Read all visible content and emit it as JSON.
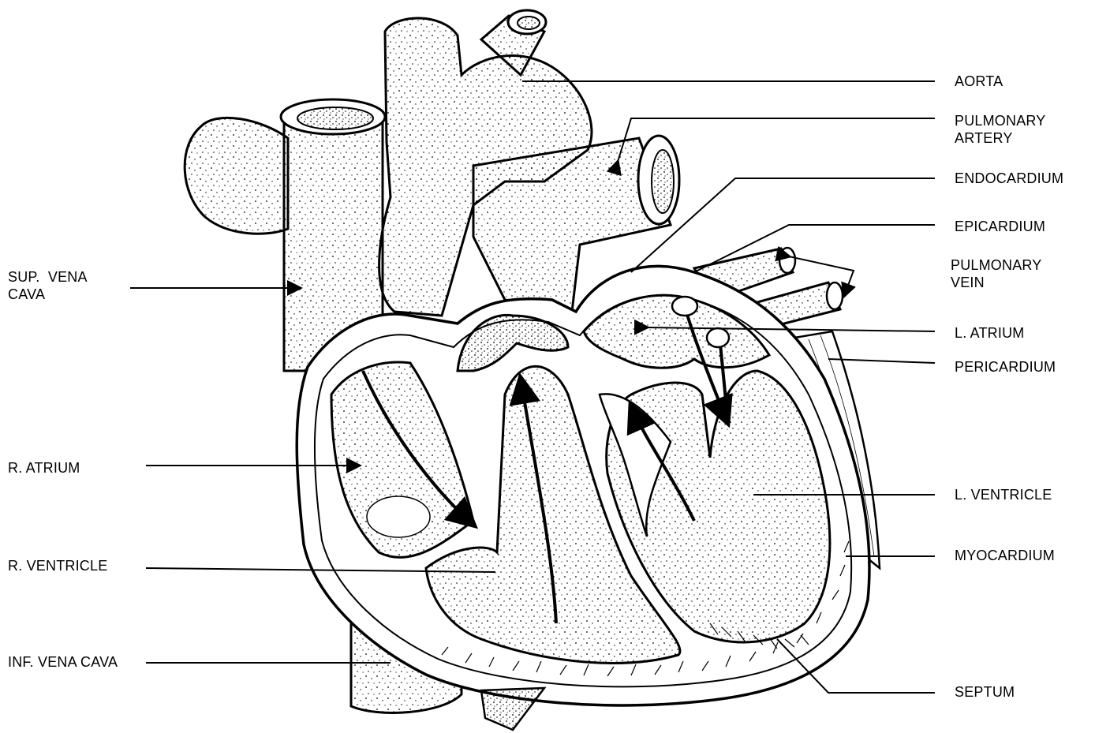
{
  "diagram": {
    "labels": {
      "aorta": [
        "AORTA"
      ],
      "pulmonary_artery": [
        "PULMONARY",
        "ARTERY"
      ],
      "endocardium": [
        "ENDOCARDIUM"
      ],
      "epicardium": [
        "EPICARDIUM"
      ],
      "pulmonary_vein": [
        "PULMONARY",
        "VEIN"
      ],
      "l_atrium": [
        "L. ATRIUM"
      ],
      "pericardium": [
        "PERICARDIUM"
      ],
      "l_ventricle": [
        "L. VENTRICLE"
      ],
      "myocardium": [
        "MYOCARDIUM"
      ],
      "septum": [
        "SEPTUM"
      ],
      "sup_vena_cava": [
        "SUP.  VENA",
        "CAVA"
      ],
      "r_atrium": [
        "R. ATRIUM"
      ],
      "r_ventricle": [
        "R. VENTRICLE"
      ],
      "inf_vena_cava": [
        "INF. VENA CAVA"
      ]
    }
  }
}
